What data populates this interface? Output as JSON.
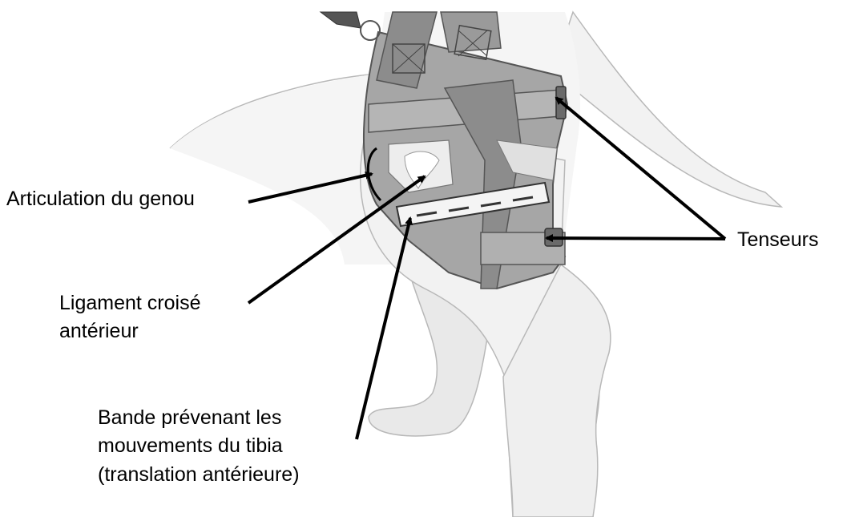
{
  "labels": {
    "knee_joint": "Articulation du genou",
    "acl_line1": "Ligament croisé",
    "acl_line2": "antérieur",
    "band_line1": "Bande prévenant les",
    "band_line2": "mouvements du tibia",
    "band_line3": "(translation antérieure)",
    "tensioners": "Tenseurs"
  },
  "colors": {
    "background": "#ffffff",
    "dog_fill": "#f2f2f2",
    "dog_outline": "#b8b8b8",
    "brace_dark": "#8c8c8c",
    "brace_mid": "#a6a6a6",
    "brace_light": "#cfcfcf",
    "brace_outline": "#555555",
    "arrow": "#000000"
  }
}
